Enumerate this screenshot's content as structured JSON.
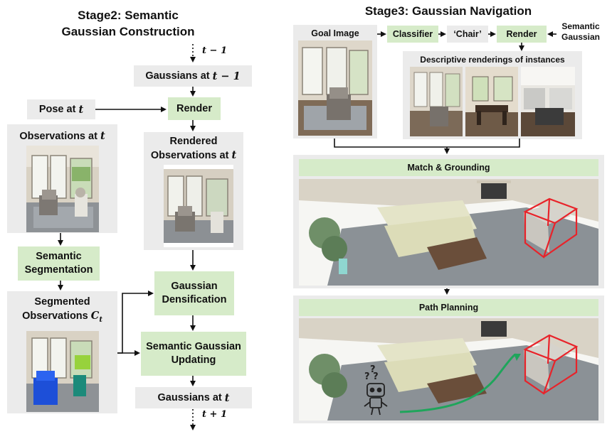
{
  "stage2": {
    "title_line1": "Stage2: Semantic",
    "title_line2": "Gaussian Construction",
    "t_minus_1": "t − 1",
    "gaussians_prev_text": "Gaussians at ",
    "gaussians_prev_math": "t − 1",
    "pose_text": "Pose at ",
    "pose_math": "t",
    "render": "Render",
    "observations_text": "Observations at ",
    "observations_math": "t",
    "rendered_line1": "Rendered",
    "rendered_text": "Observations at ",
    "rendered_math": "t",
    "semantic_seg_line1": "Semantic",
    "semantic_seg_line2": "Segmentation",
    "segmented_line1": "Segmented",
    "segmented_text": "Observations ",
    "segmented_math": "C",
    "segmented_sub": "t",
    "densification_line1": "Gaussian",
    "densification_line2": "Densification",
    "updating_line1": "Semantic Gaussian",
    "updating_line2": "Updating",
    "gaussians_now_text": "Gaussians at ",
    "gaussians_now_math": "t",
    "t_plus_1": "t + 1"
  },
  "stage3": {
    "title": "Stage3: Gaussian Navigation",
    "goal_image": "Goal Image",
    "classifier": "Classifier",
    "chair": "‘Chair’",
    "render": "Render",
    "semantic_gaussian_line1": "Semantic",
    "semantic_gaussian_line2": "Gaussian",
    "descriptive": "Descriptive renderings of instances",
    "match_grounding": "Match & Grounding",
    "path_planning": "Path Planning"
  },
  "colors": {
    "green_box": "#d6ebc9",
    "gray_box": "#ebebeb",
    "bbox_red": "#e8232a",
    "path_green": "#1fa55b"
  }
}
